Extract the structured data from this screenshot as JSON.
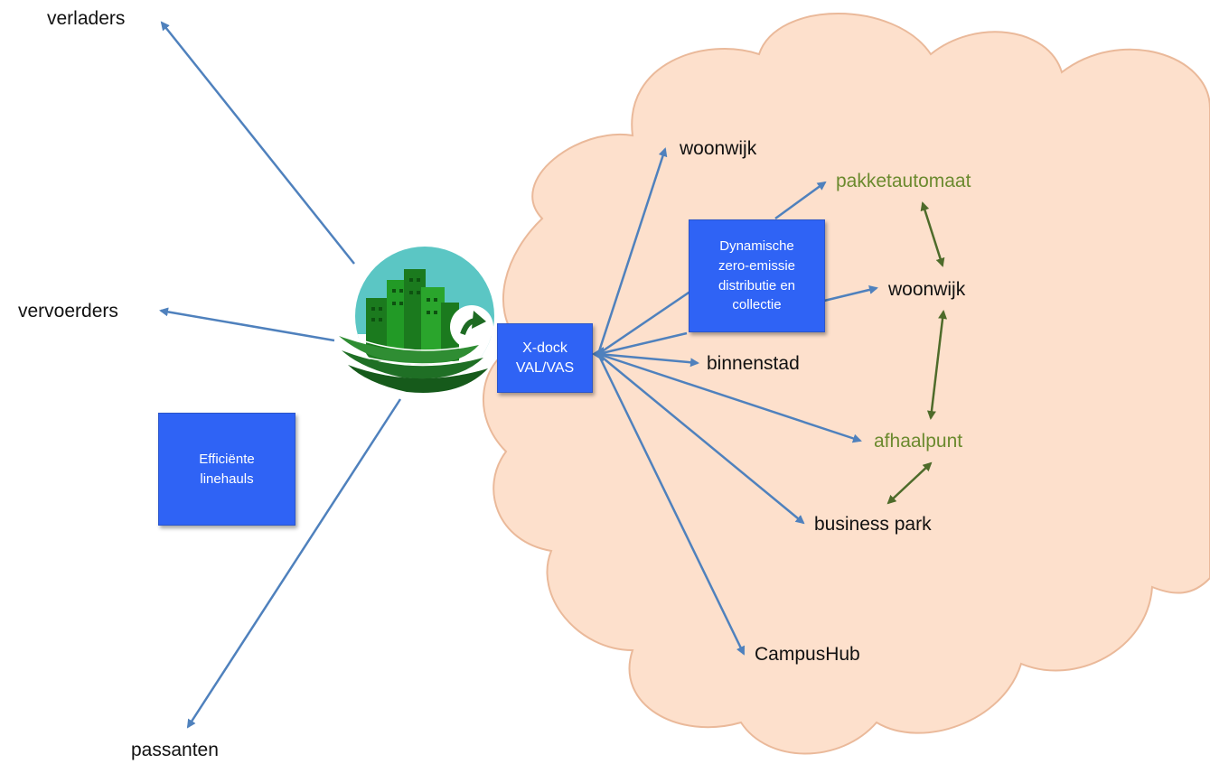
{
  "colors": {
    "cloud_fill": "#fde0cc",
    "cloud_stroke": "#eab99a",
    "arrow_blue": "#4f81bd",
    "arrow_green": "#4e6b2a",
    "box_fill": "#2f63f5",
    "green_text": "#6b8a2e"
  },
  "icons": {
    "hub_logo": "green-city-skyline-logo-icon"
  },
  "labels": {
    "verladers": "verladers",
    "vervoerders": "vervoerders",
    "passanten": "passanten",
    "woonwijk_top": "woonwijk",
    "pakketautomaat": "pakketautomaat",
    "woonwijk_mid": "woonwijk",
    "binnenstad": "binnenstad",
    "afhaalpunt": "afhaalpunt",
    "business_park": "business park",
    "campushub": "CampusHub"
  },
  "boxes": {
    "linehauls": "Efficiënte\nlinehauls",
    "xdock": "X-dock\nVAL/VAS",
    "dynamische": "Dynamische\nzero-emissie\ndistributie en\ncollectie"
  }
}
